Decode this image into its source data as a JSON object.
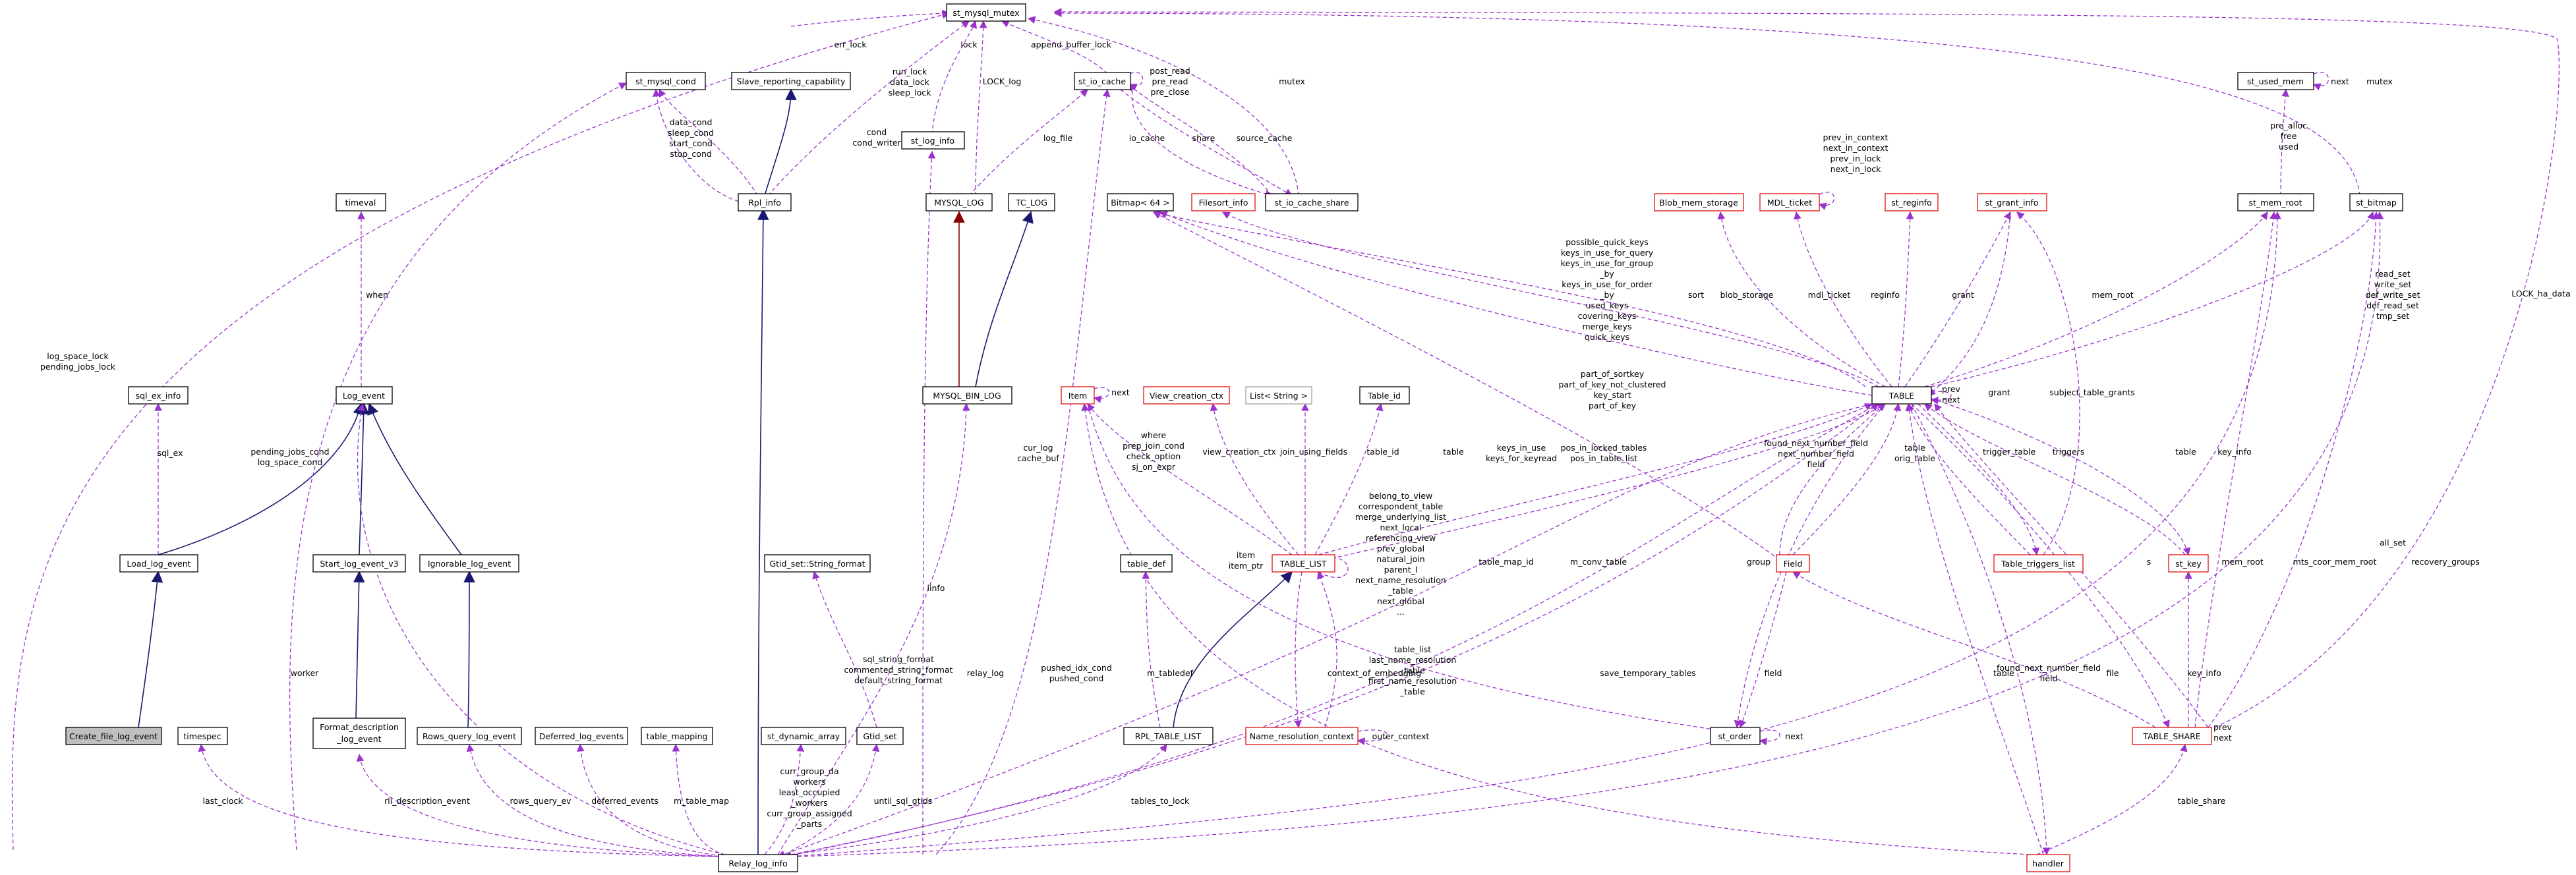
{
  "colors": {
    "usage_edge": "#9a32cd",
    "inheritance_edge": "#191970",
    "protected_inheritance_edge": "#8b0000",
    "documented_border": "#000000",
    "undocumented_border": "#e01010",
    "template_border": "#a0a0a0",
    "focus_fill": "#bfbfbf"
  },
  "nodes": {
    "st_mysql_mutex": "st_mysql_mutex",
    "st_mysql_cond": "st_mysql_cond",
    "slave_reporting_capability": "Slave_reporting_capability",
    "st_io_cache": "st_io_cache",
    "st_used_mem": "st_used_mem",
    "st_log_info": "st_log_info",
    "rpl_info": "Rpl_info",
    "timeval": "timeval",
    "mysql_log": "MYSQL_LOG",
    "tc_log": "TC_LOG",
    "bitmap64": "Bitmap< 64 >",
    "filesort_info": "Filesort_info",
    "st_io_cache_share": "st_io_cache_share",
    "blob_mem_storage": "Blob_mem_storage",
    "mdl_ticket": "MDL_ticket",
    "st_reginfo": "st_reginfo",
    "st_grant_info": "st_grant_info",
    "st_mem_root": "st_mem_root",
    "st_bitmap": "st_bitmap",
    "sql_ex_info": "sql_ex_info",
    "log_event": "Log_event",
    "item": "Item",
    "view_creation_ctx": "View_creation_ctx",
    "list_string": "List< String >",
    "table_id": "Table_id",
    "mysql_bin_log": "MYSQL_BIN_LOG",
    "table": "TABLE",
    "load_log_event": "Load_log_event",
    "start_log_event_v3": "Start_log_event_v3",
    "ignorable_log_event": "Ignorable_log_event",
    "gtid_set_string_format": "Gtid_set::String_format",
    "table_def": "table_def",
    "table_list": "TABLE_LIST",
    "field": "Field",
    "table_triggers_list": "Table_triggers_list",
    "st_key": "st_key",
    "create_file_log_event": "Create_file_log_event",
    "timespec": "timespec",
    "format_description_log_event_1": "Format_description",
    "format_description_log_event_2": "_log_event",
    "rows_query_log_event": "Rows_query_log_event",
    "deferred_log_events": "Deferred_log_events",
    "table_mapping": "table_mapping",
    "st_dynamic_array": "st_dynamic_array",
    "gtid_set": "Gtid_set",
    "rpl_table_list": "RPL_TABLE_LIST",
    "name_resolution_context": "Name_resolution_context",
    "st_order": "st_order",
    "table_share": "TABLE_SHARE",
    "relay_log_info": "Relay_log_info",
    "handler": "handler"
  },
  "labels": {
    "err_lock": "err_lock",
    "lock": "lock",
    "append_buffer_lock": "append_buffer_lock",
    "mutex_top": "mutex",
    "mutex_right": "mutex",
    "next_used_mem": "next",
    "run_lock": [
      "run_lock",
      "data_lock",
      "sleep_lock"
    ],
    "lock_log": "LOCK_log",
    "io_cache_ptrs": [
      "post_read",
      "pre_read",
      "pre_close"
    ],
    "cond": [
      "cond",
      "cond_writer"
    ],
    "data_cond": [
      "data_cond",
      "sleep_cond",
      "start_cond",
      "stop_cond"
    ],
    "log_file": "log_file",
    "io_cache": "io_cache",
    "share": "share",
    "source_cache": "source_cache",
    "pre_alloc": [
      "pre_alloc",
      "free",
      "used"
    ],
    "mdl_ticket_ptrs": [
      "prev_in_context",
      "next_in_context",
      "prev_in_lock",
      "next_in_lock"
    ],
    "lock_log_space": [
      "log_space_lock",
      "pending_jobs_lock"
    ],
    "lock_ha_data": "LOCK_ha_data",
    "when": "when",
    "possible_keys": [
      "possible_quick_keys",
      "keys_in_use_for_query",
      "keys_in_use_for_group",
      "_by",
      "keys_in_use_for_order",
      "_by",
      "used_keys",
      "covering_keys",
      "merge_keys",
      "quick_keys"
    ],
    "sort": "sort",
    "blob_storage": "blob_storage",
    "mdl_ticket": "mdl_ticket",
    "reginfo": "reginfo",
    "grant_top": "grant",
    "mem_root_top": "mem_root",
    "bitmap_sets": [
      "read_set",
      "write_set",
      "def_write_set",
      "def_read_set",
      "tmp_set"
    ],
    "part_of_sortkey": [
      "part_of_sortkey",
      "part_of_key_not_clustered",
      "key_start",
      "part_of_key"
    ],
    "table_prev_next": [
      "prev",
      "next"
    ],
    "grant_mid": "grant",
    "sql_ex": "sql_ex",
    "pending_jobs_cond": [
      "pending_jobs_cond",
      "log_space_cond"
    ],
    "item_next": "next",
    "linfo": "linfo",
    "cur_log": [
      "cur_log",
      "cache_buf"
    ],
    "where": [
      "where",
      "prep_join_cond",
      "check_option",
      "sj_on_expr"
    ],
    "view_creation_ctx": "view_creation_ctx",
    "join_using_fields": "join_using_fields",
    "table_id": "table_id",
    "table_lbl": "table",
    "keys_in_use": [
      "keys_in_use",
      "keys_for_keyread"
    ],
    "pos_in_locked": [
      "pos_in_locked_tables",
      "pos_in_table_list"
    ],
    "found_next": [
      "found_next_number_field",
      "next_number_field",
      "field"
    ],
    "table_orig": [
      "table",
      "orig_table"
    ],
    "trigger_table": "trigger_table",
    "triggers": "triggers",
    "subject_table_grants": "subject_table_grants",
    "table_key": "table",
    "key_info_top": "key_info",
    "belong_to_view": [
      "belong_to_view",
      "correspondent_table",
      "merge_underlying_list",
      "next_local",
      "referencing_view",
      "prev_global",
      "natural_join",
      "parent_l",
      "next_name_resolution",
      "_table",
      "next_global",
      "..."
    ],
    "item_ptr": [
      "item",
      "item_ptr"
    ],
    "table_map_id": "table_map_id",
    "m_conv_table": "m_conv_table",
    "group": "group",
    "mem_root_mid": "mem_root",
    "mts_coor_mem_root": "mts_coor_mem_root",
    "s": "s",
    "all_set": "all_set",
    "recovery_groups": "recovery_groups",
    "worker": "worker",
    "sql_string_format": [
      "sql_string_format",
      "commented_string_format",
      "default_string_format"
    ],
    "m_tabledef": "m_tabledef",
    "relay_log": "relay_log",
    "pushed_idx_cond": [
      "pushed_idx_cond",
      "pushed_cond"
    ],
    "context_of_embedding": "context_of_embedding",
    "table_list_names": [
      "table_list",
      "last_name_resolution",
      "_table",
      "first_name_resolution",
      "_table"
    ],
    "save_temporary_tables": "save_temporary_tables",
    "field_order": "field",
    "table_handler": "table",
    "found_next_share": [
      "found_next_number_field",
      "field"
    ],
    "file": "file",
    "key_info_share": "key_info",
    "share_prev_next": [
      "prev",
      "next"
    ],
    "outer_context": "outer_context",
    "order_next": "next",
    "last_clock": "last_clock",
    "rli_description_event": "rli_description_event",
    "rows_query_ev": "rows_query_ev",
    "deferred_events": "deferred_events",
    "m_table_map": "m_table_map",
    "curr_group": [
      "curr_group_da",
      "workers",
      "least_occupied",
      "_workers",
      "curr_group_assigned",
      "_parts"
    ],
    "until_sql_gtids": "until_sql_gtids",
    "tables_to_lock": "tables_to_lock",
    "table_share_lbl": "table_share"
  }
}
